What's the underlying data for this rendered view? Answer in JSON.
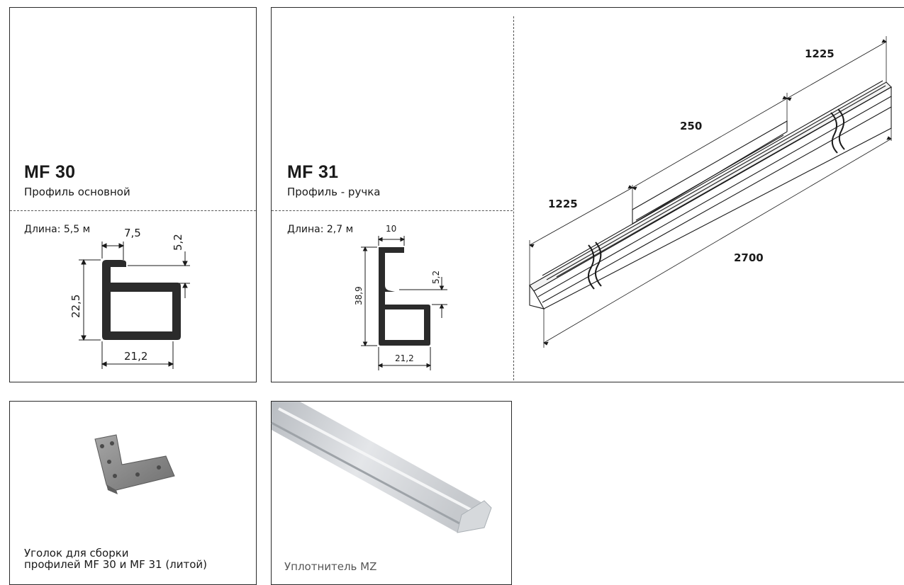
{
  "mf30": {
    "title": "MF 30",
    "subtitle": "Профиль основной",
    "length": "Длина: 5,5 м",
    "dims": {
      "top_width": "7,5",
      "gap": "5,2",
      "height": "22,5",
      "width": "21,2"
    }
  },
  "mf31": {
    "title": "MF 31",
    "subtitle": "Профиль - ручка",
    "length": "Длина: 2,7 м",
    "dims": {
      "top_width": "10",
      "gap": "5,2",
      "height": "38,9",
      "width": "21,2"
    }
  },
  "iso": {
    "seg_left": "1225",
    "seg_mid": "250",
    "seg_right": "1225",
    "total": "2700"
  },
  "corner": {
    "caption_line1": "Уголок для сборки",
    "caption_line2": "профилей MF 30 и MF 31 (литой)"
  },
  "seal": {
    "caption": "Уплотнитель MZ"
  },
  "colors": {
    "profile": "#2b2b2b",
    "border": "#2a2a2a",
    "aluminium": "#c9cdd2"
  }
}
